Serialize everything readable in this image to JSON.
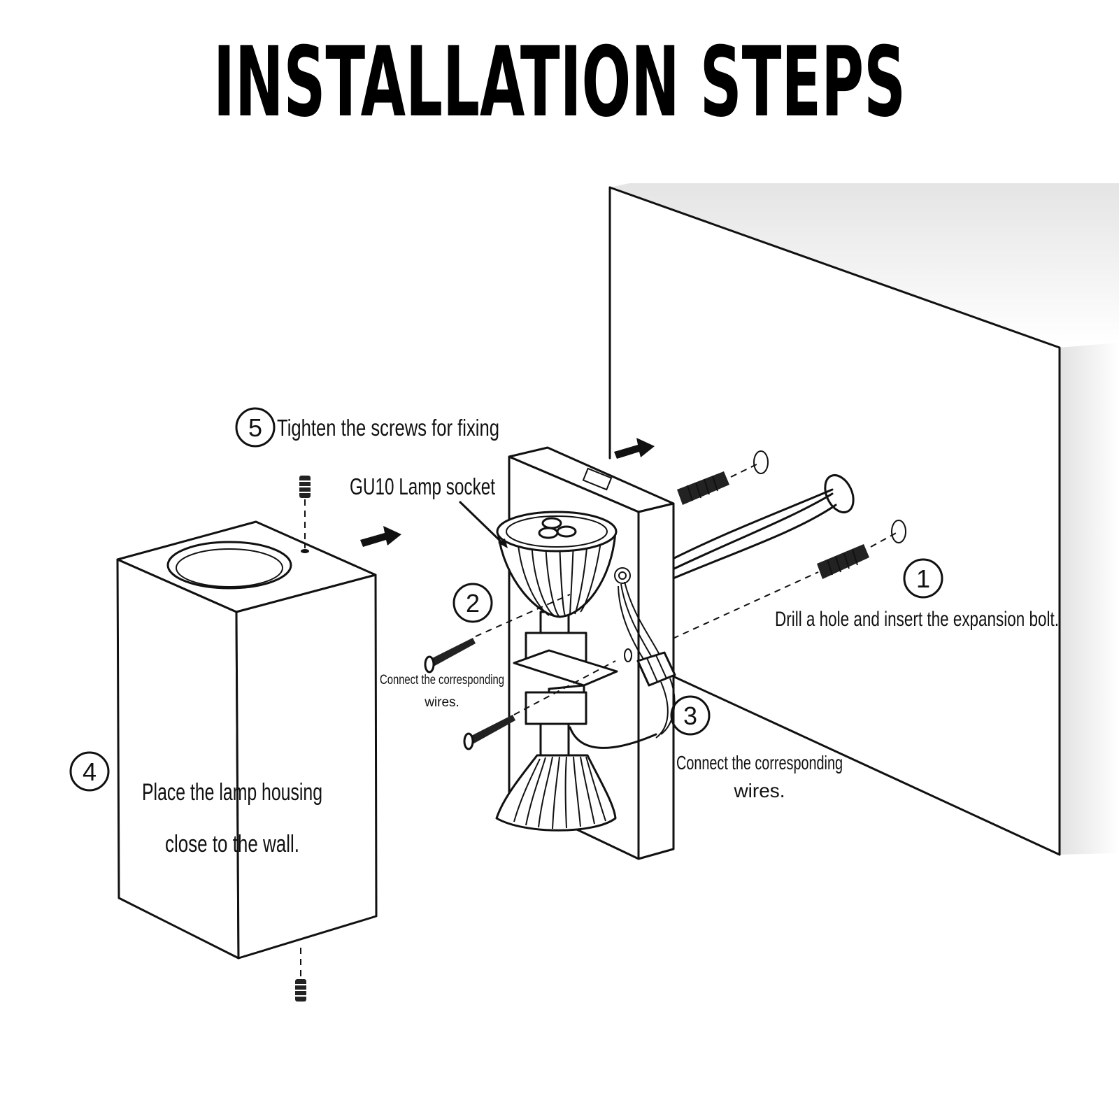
{
  "title": "INSTALLATION STEPS",
  "steps": [
    {
      "number": "1",
      "text": "Drill a hole and insert the expansion bolt."
    },
    {
      "number": "2",
      "text_lines": [
        "Connect the corresponding",
        "wires."
      ]
    },
    {
      "number": "3",
      "text_lines": [
        "Connect the corresponding",
        "wires."
      ]
    },
    {
      "number": "4",
      "text_lines": [
        "Place the lamp housing",
        "close to the wall."
      ]
    },
    {
      "number": "5",
      "text": "Tighten the screws for fixing"
    }
  ],
  "callouts": {
    "socket_label": "GU10 Lamp socket"
  },
  "colors": {
    "ink": "#111111",
    "background": "#ffffff",
    "wall_shade": "#e6e6e6"
  }
}
